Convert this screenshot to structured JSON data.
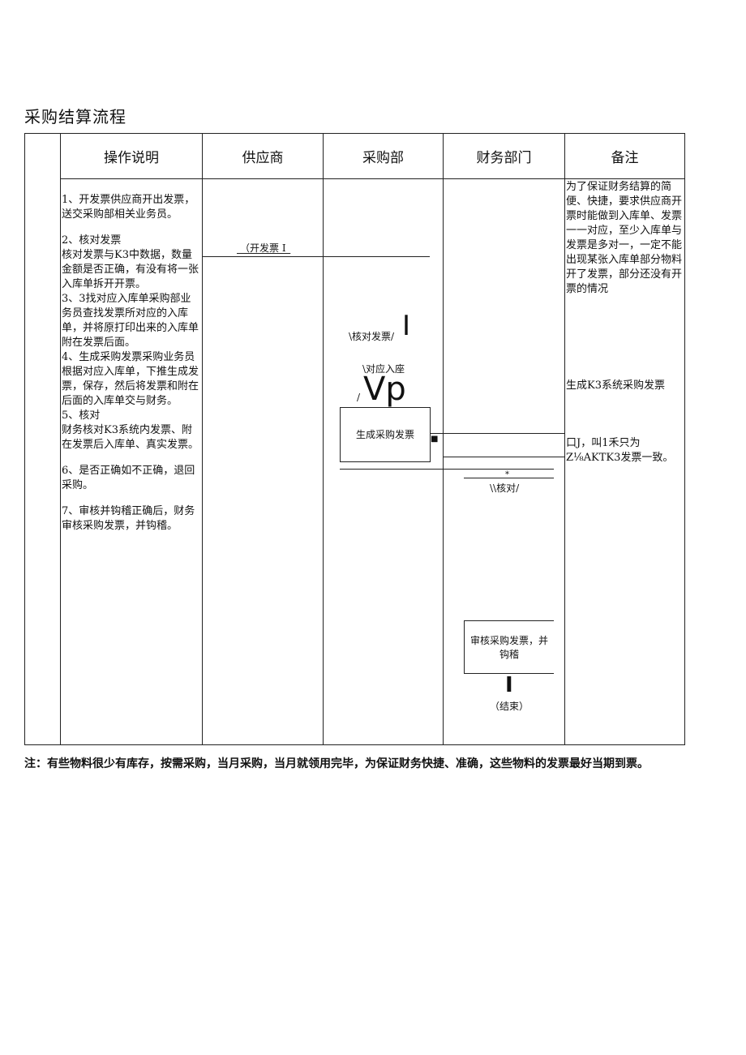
{
  "title": "采购结算流程",
  "headers": [
    "操作说明",
    "供应商",
    "采购部",
    "财务部门",
    "备注"
  ],
  "steps": [
    "1、开发票供应商开出发票，送交采购部相关业务员。",
    "2、核对发票",
    "核对发票与K3中数据，数量金额是否正确，有没有将一张入库单拆开开票。",
    "3、3找对应入库单采购部业务员查找发票所对应的入库单，并将原打印出来的入库单附在发票后面。",
    "4、生成采购发票采购业务员根据对应入库单，下推生成发票，保存，然后将发票和附在后面的入库单交与财务。",
    "5、核对",
    "财务核对K3系统内发票、附在发票后入库单、真实发票。",
    "6、是否正确如不正确，退回采购。",
    "7、审核并钩稽正确后，财务审核采购发票，并钩稽。"
  ],
  "flow": {
    "open_invoice": "（开发票 I_",
    "check_invoice": "\\核对发票/",
    "big_i": "I",
    "find_receipt": "\\对应入座",
    "big_vp": "Vp",
    "slash": "/",
    "gen_invoice_box": "生成采购发票",
    "square_mark": "■",
    "star": "*",
    "fin_check": "\\\\核对/",
    "audit_box": "审核采购发票，并钩稽",
    "end_bar": "I",
    "end": "（结束）"
  },
  "remarks": {
    "r1": "为了保证财务结算的简便、快捷，要求供应商开票时能做到入库单、发票一一对应，至少入库单与发票是多对一，一定不能出现某张入库单部分物料开了发票，部分还没有开票的情况",
    "r2": "生成K3系统采购发票",
    "r3": "口J，叫1禾只为Z⅛AKTK3发票一致。"
  },
  "note": "注：有些物料很少有库存，按需采购，当月采购，当月就领用完毕，为保证财务快捷、准确，这些物料的发票最好当期到票。"
}
